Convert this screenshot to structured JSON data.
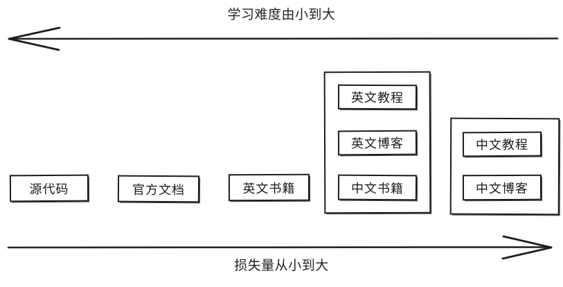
{
  "diagram": {
    "title_top": "学习难度由小到大",
    "title_bottom": "损失量从小到大",
    "top_axis": {
      "label": "学习难度由小到大",
      "direction": "left",
      "arrow_icon": "arrow-left-icon"
    },
    "bottom_axis": {
      "label": "损失量从小到大",
      "direction": "right",
      "arrow_icon": "arrow-right-icon"
    },
    "line_color": "#1c1c1c",
    "background_color": "#ffffff",
    "standalone_nodes": [
      {
        "label": "源代码"
      },
      {
        "label": "官方文档"
      },
      {
        "label": "英文书籍"
      }
    ],
    "groups": [
      {
        "name": "group-english-media",
        "items": [
          {
            "label": "英文教程"
          },
          {
            "label": "英文博客"
          },
          {
            "label": "中文书籍"
          }
        ]
      },
      {
        "name": "group-chinese-media",
        "items": [
          {
            "label": "中文教程"
          },
          {
            "label": "中文博客"
          }
        ]
      }
    ]
  }
}
